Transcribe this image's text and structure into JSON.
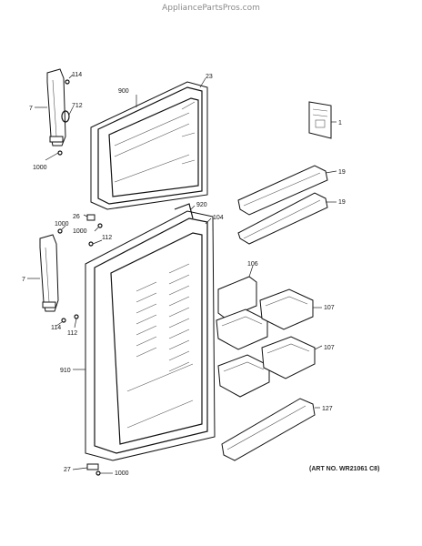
{
  "watermark": "AppliancePartsPros.com",
  "art_no": "(ART NO. WR21061 C8)",
  "callouts": {
    "c114a": "114",
    "c712": "712",
    "c7a": "7",
    "c1000a": "1000",
    "c900": "900",
    "c23": "23",
    "c1": "1",
    "c19a": "19",
    "c19b": "19",
    "c920": "920",
    "c104": "104",
    "c26": "26",
    "c1000b": "1000",
    "c1000c": "1000",
    "c112a": "112",
    "c7b": "7",
    "c106": "106",
    "c107a": "107",
    "c107b": "107",
    "c114b": "114",
    "c112b": "112",
    "c910": "910",
    "c127": "127",
    "c27": "27",
    "c1000d": "1000"
  }
}
